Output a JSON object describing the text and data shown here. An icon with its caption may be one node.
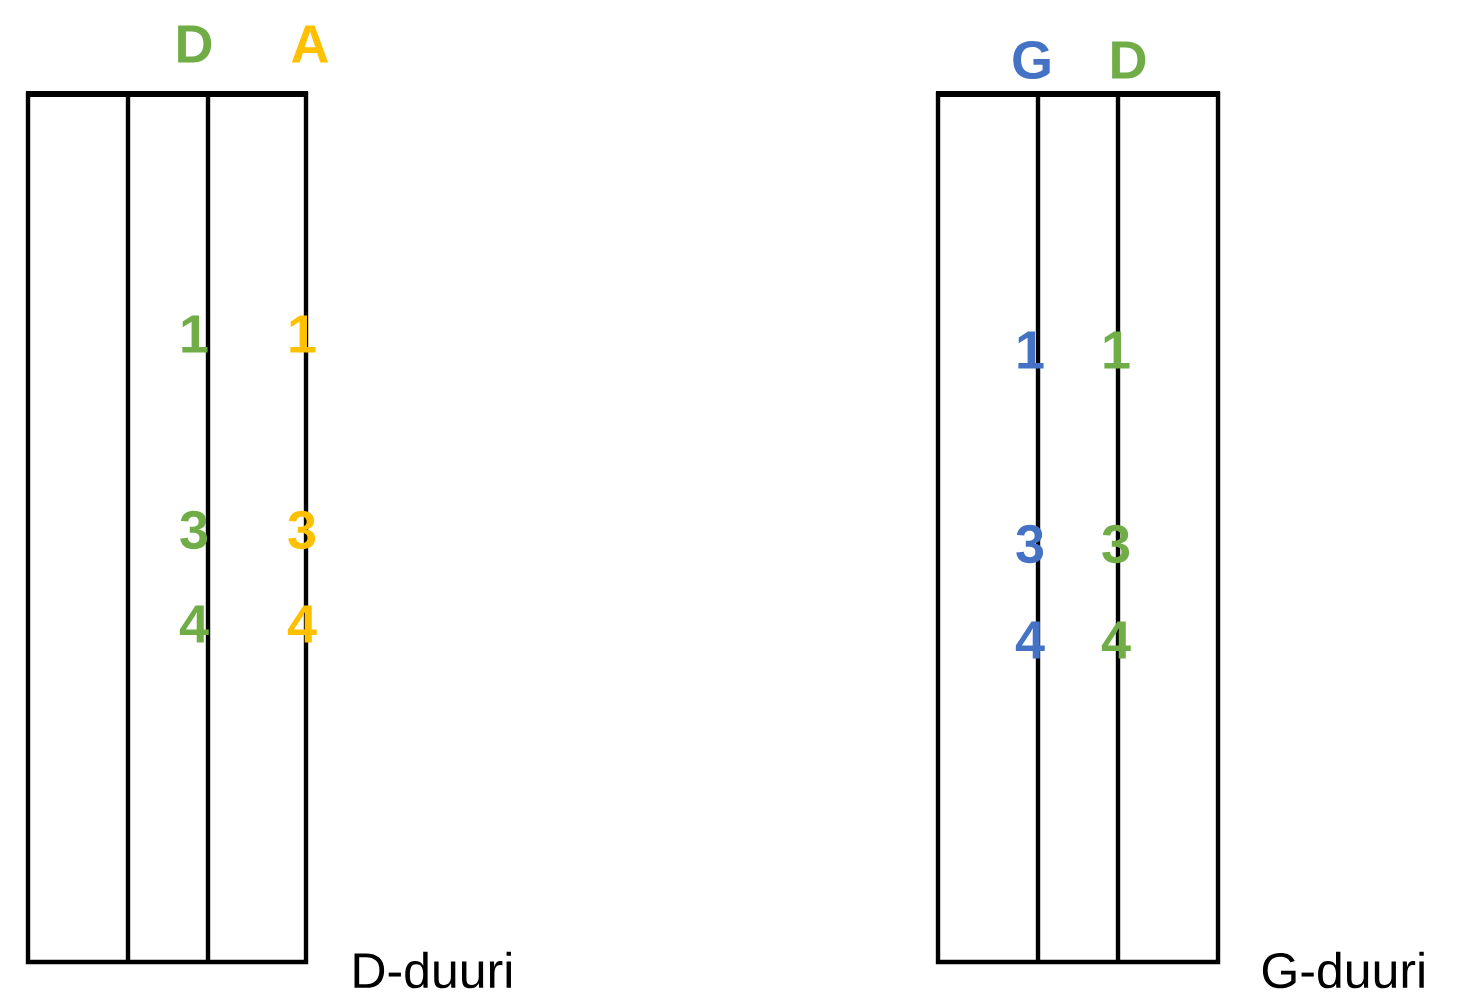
{
  "diagram": {
    "labels": [
      "D",
      "A",
      "G",
      "D",
      "1",
      "1",
      "1",
      "1",
      "3",
      "3",
      "3",
      "3",
      "4",
      "4",
      "4",
      "4",
      "D-duuri",
      "G-duuri"
    ]
  }
}
